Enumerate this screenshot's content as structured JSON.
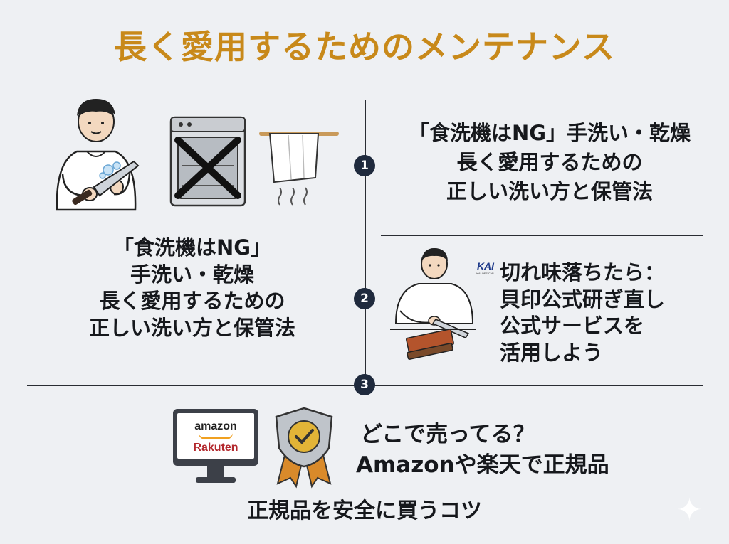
{
  "title": "長く愛用するためのメンテナンス",
  "section1": {
    "number": "1",
    "right_lines": [
      "「食洗機はNG」手洗い・乾燥",
      "長く愛用するための",
      "正しい洗い方と保管法"
    ],
    "left_lines": [
      "「食洗機はNG」",
      "手洗い・乾燥",
      "長く愛用するための",
      "正しい洗い方と保管法"
    ]
  },
  "section2": {
    "number": "2",
    "logo_text": "KAI",
    "logo_subtext": "KAI OFFICIAL",
    "lines": [
      "切れ味落ちたら：",
      "貝印公式研ぎ直し",
      "公式サービスを",
      "活用しよう"
    ]
  },
  "section3": {
    "number": "3",
    "monitor": {
      "brand1": "amazon",
      "brand2": "Rakuten"
    },
    "lines": [
      "どこで売ってる？",
      "Amazonや楽天で正規品"
    ],
    "footer": "正規品を安全に買うコツ"
  },
  "colors": {
    "title": "#c8891a",
    "amazon_orange": "#f0a020",
    "rakuten_red": "#b3282d",
    "badge_gold": "#e2b437",
    "ribbon_orange": "#d98a2a",
    "number_circle": "#1f2a3d"
  }
}
